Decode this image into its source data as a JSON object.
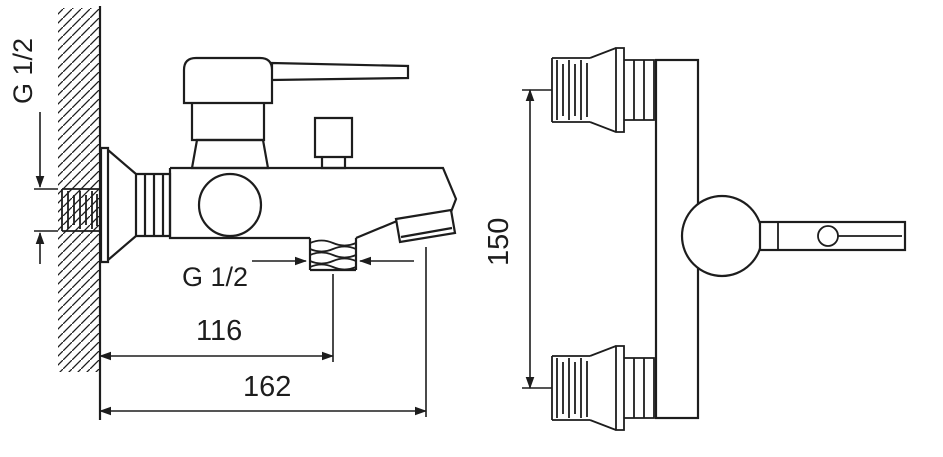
{
  "colors": {
    "line": "#1d1d1d",
    "background": "#ffffff"
  },
  "side_view": {
    "wall_thread_label": "G 1/2",
    "shower_thread_label": "G 1/2",
    "spout_reach_mm": "116",
    "total_depth_mm": "162"
  },
  "front_view": {
    "connection_centers_mm": "150"
  }
}
